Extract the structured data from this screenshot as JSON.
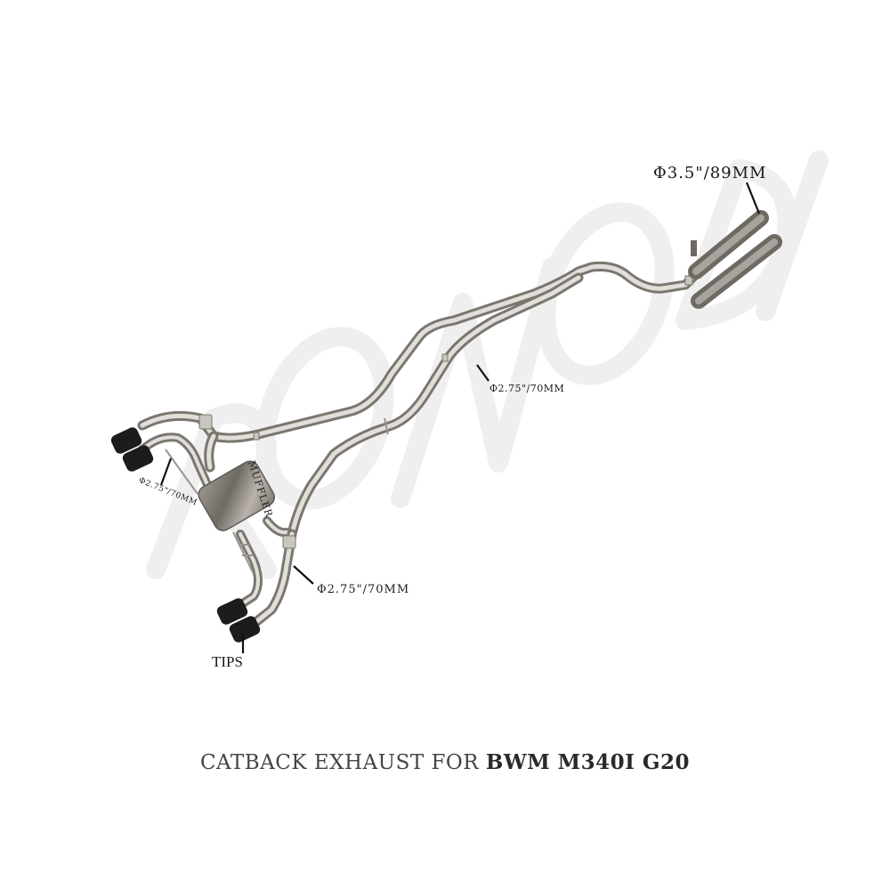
{
  "image": {
    "background": "#ffffff",
    "watermark": {
      "text": "RONODI",
      "color": "#ededed"
    },
    "product": {
      "pipe_color": "#b9b4ad",
      "pipe_highlight": "#e6e3de",
      "pipe_shadow": "#7d7872",
      "tip_color": "#1c1c1c",
      "muffler_color": "#8d8780"
    },
    "callouts": {
      "inlet": "Φ3.5\"/89MM",
      "mid_pipe": "Φ2.75\"/70MM",
      "left_pipe": "Φ2.75\"/70MM",
      "muffler": "MUFFLER",
      "lower_pipe": "Φ2.75\"/70MM",
      "tips": "TIPS"
    },
    "caption": {
      "normal": "CATBACK EXHAUST FOR ",
      "bold": "BWM M340I G20"
    }
  }
}
